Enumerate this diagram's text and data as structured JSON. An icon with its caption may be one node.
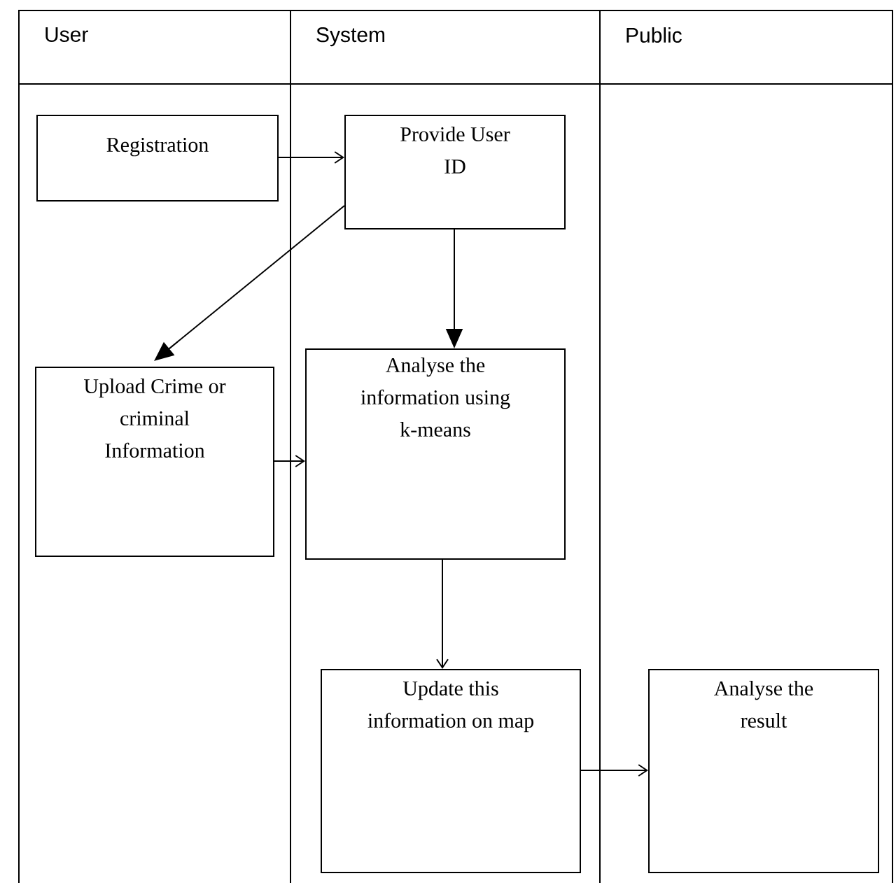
{
  "diagram": {
    "nodes": [
      {
        "text": [
          "User"
        ]
      },
      {
        "text": [
          "System"
        ]
      },
      {
        "text": [
          "Public"
        ]
      },
      {
        "text": [
          "Registration"
        ],
        "in": 0
      },
      {
        "text": [
          "Provide User ID"
        ],
        "in": 1
      },
      {
        "text": [
          "Upload Crime or criminal Information"
        ],
        "in": 0
      },
      {
        "text": [
          "Analyse the information using k-means"
        ],
        "in": 1
      },
      {
        "text": [
          "Update this information on map"
        ],
        "in": 1
      },
      {
        "text": [
          "Analyse the result"
        ],
        "in": 2
      }
    ],
    "edges": [
      {
        "from": 3,
        "to": 4,
        "arrow": "to"
      },
      {
        "from": 4,
        "to": 5,
        "arrow": "to"
      },
      {
        "from": 4,
        "to": 6,
        "arrow": "to"
      },
      {
        "from": 5,
        "to": 6,
        "arrow": "to"
      },
      {
        "from": 6,
        "to": 7,
        "arrow": "to"
      },
      {
        "from": 7,
        "to": 8,
        "arrow": "to"
      }
    ]
  }
}
